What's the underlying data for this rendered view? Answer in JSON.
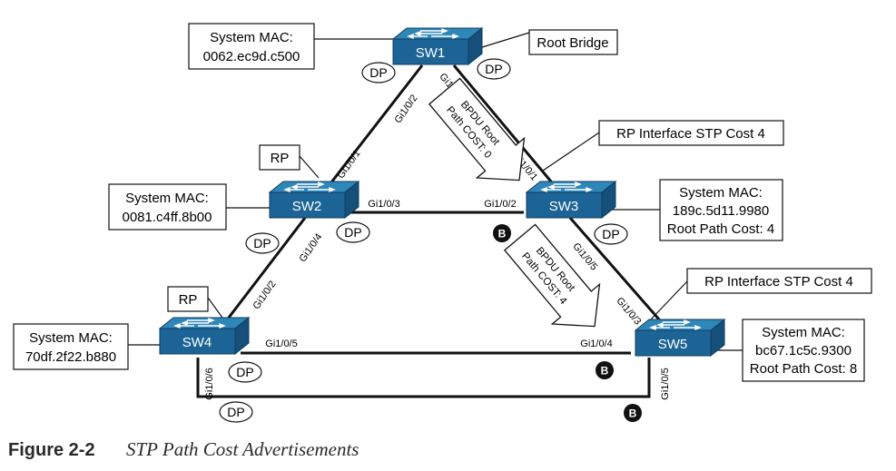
{
  "switches": {
    "sw1": {
      "label": "SW1"
    },
    "sw2": {
      "label": "SW2"
    },
    "sw3": {
      "label": "SW3"
    },
    "sw4": {
      "label": "SW4"
    },
    "sw5": {
      "label": "SW5"
    }
  },
  "colors": {
    "switch_front": "#1d6496",
    "switch_top": "#2f86b8",
    "switch_side": "#154f7a",
    "line": "#111111"
  },
  "icons": {
    "switch": "switch-icon",
    "blocked": "blocked-port-badge"
  },
  "callouts": {
    "sw1_mac_1": "System MAC:",
    "sw1_mac_2": "0062.ec9d.c500",
    "root_bridge": "Root Bridge",
    "sw2_mac_1": "System MAC:",
    "sw2_mac_2": "0081.c4ff.8b00",
    "sw3_rp": "RP Interface STP Cost 4",
    "sw3_info_1": "System MAC:",
    "sw3_info_2": "189c.5d11.9980",
    "sw3_info_3": "Root Path Cost: 4",
    "sw5_rp": "RP Interface STP Cost 4",
    "sw4_mac_1": "System MAC:",
    "sw4_mac_2": "70df.2f22.b880",
    "sw5_info_1": "System MAC:",
    "sw5_info_2": "bc67.1c5c.9300",
    "sw5_info_3": "Root Path Cost: 8",
    "rp_sw2": "RP",
    "rp_sw4": "RP"
  },
  "ports": {
    "sw1_g102": "Gi1/0/2",
    "sw1_g103": "Gi1/0/3",
    "sw2_g101": "Gi1/0/1",
    "sw2_g103": "Gi1/0/3",
    "sw2_g104": "Gi1/0/4",
    "sw3_g101": "Gi1/0/1",
    "sw3_g102": "Gi1/0/2",
    "sw3_g105": "Gi1/0/5",
    "sw4_g102": "Gi1/0/2",
    "sw4_g105": "Gi1/0/5",
    "sw4_g106": "Gi1/0/6",
    "sw5_g103": "Gi1/0/3",
    "sw5_g104": "Gi1/0/4",
    "sw5_g105": "Gi1/0/5"
  },
  "tags": {
    "dp1": "DP",
    "dp2": "DP",
    "dp3": "DP",
    "dp4": "DP",
    "dp5": "DP",
    "dp6": "DP",
    "dp7": "DP"
  },
  "blocked": {
    "b1": "B",
    "b2": "B",
    "b3": "B"
  },
  "bpdu": {
    "a_line1": "BPDU Root",
    "a_line2": "Path COST: 0",
    "b_line1": "BPDU Root",
    "b_line2": "Path COST: 4"
  },
  "caption": {
    "label": "Figure 2-2",
    "title": "STP Path Cost Advertisements"
  }
}
